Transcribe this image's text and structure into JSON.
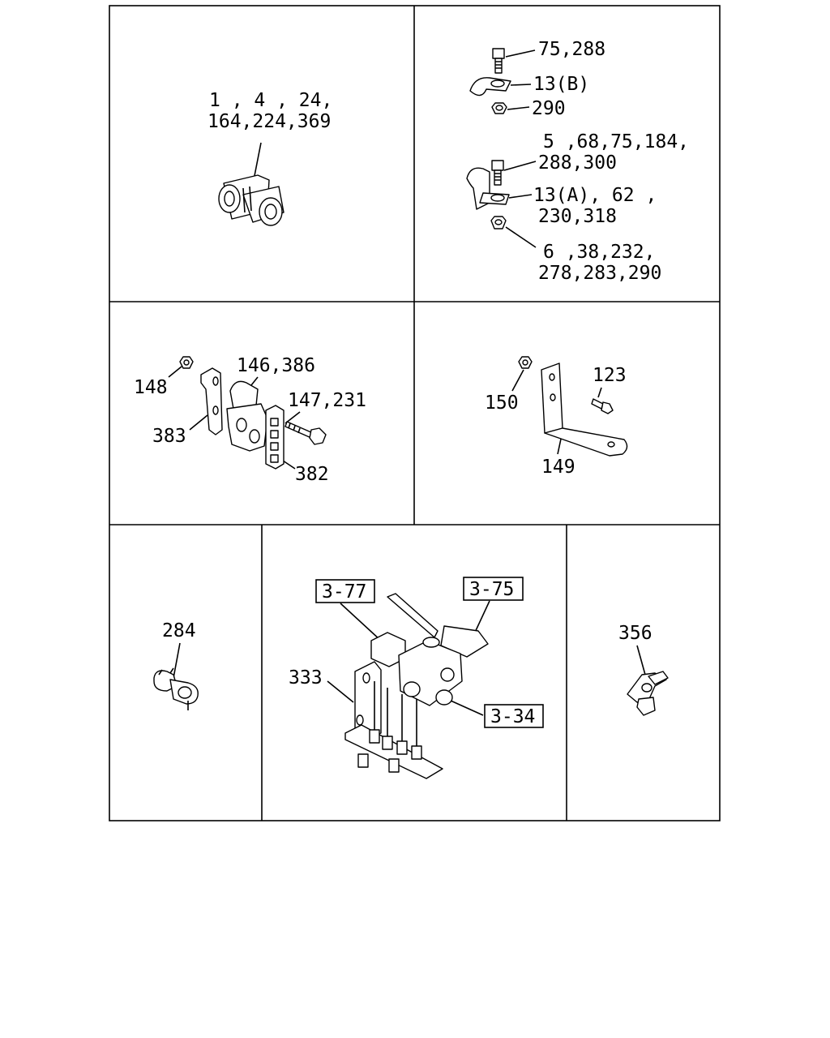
{
  "panels": {
    "clamp_double": {
      "label_line1": "1 , 4 , 24,",
      "label_line2": "164,224,369"
    },
    "clamp_b": {
      "bolt_label": "75,288",
      "clip_label": "13(B)",
      "nut_label": "290"
    },
    "clamp_a": {
      "bolt_label_line1": "5 ,68,75,184,",
      "bolt_label_line2": "288,300",
      "clip_label_line1": "13(A), 62 ,",
      "clip_label_line2": "230,318",
      "nut_label_line1": "6 ,38,232,",
      "nut_label_line2": "278,283,290"
    },
    "pipe_holder": {
      "nut": "148",
      "bracket": "383",
      "holder": "146,386",
      "bolt": "147,231",
      "plate": "382"
    },
    "angle_bracket": {
      "nut": "150",
      "bolt": "123",
      "bracket": "149"
    },
    "clip_284": {
      "label": "284"
    },
    "valve_assembly": {
      "ref_3_77": "3-77",
      "ref_3_75": "3-75",
      "ref_3_34": "3-34",
      "bracket": "333"
    },
    "clip_356": {
      "label": "356"
    }
  }
}
